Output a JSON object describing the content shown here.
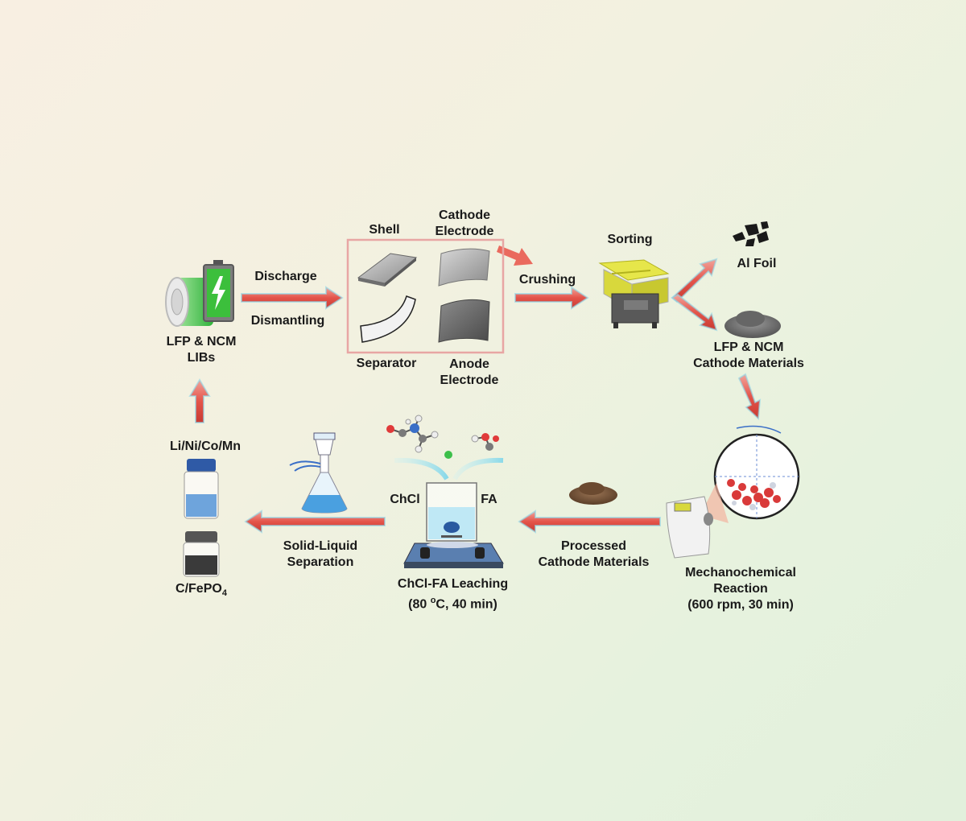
{
  "labels": {
    "lfp_ncm_libs": [
      "LFP & NCM",
      "LIBs"
    ],
    "discharge": "Discharge",
    "dismantling": "Dismantling",
    "shell": "Shell",
    "cathode_electrode": [
      "Cathode",
      "Electrode"
    ],
    "separator": "Separator",
    "anode_electrode": [
      "Anode",
      "Electrode"
    ],
    "crushing": "Crushing",
    "sorting": "Sorting",
    "al_foil": "Al Foil",
    "lfp_ncm_cathode": [
      "LFP & NCM",
      "Cathode Materials"
    ],
    "mechanochemical": [
      "Mechanochemical",
      "Reaction",
      "(600 rpm, 30 min)"
    ],
    "processed_cathode": [
      "Processed",
      "Cathode Materials"
    ],
    "chcl": "ChCl",
    "fa": "FA",
    "leaching": [
      "ChCl-FA Leaching",
      "(80 ",
      "o",
      "C, 40 min)"
    ],
    "solid_liquid": [
      "Solid-Liquid",
      "Separation"
    ],
    "li_ni_co_mn": "Li/Ni/Co/Mn",
    "c_fepo4": [
      "C/FePO",
      "4"
    ]
  },
  "colors": {
    "arrow": "#e4544a",
    "box_border": "#e8a6a4",
    "battery_green": "#3cbf3c",
    "sorter_yellow": "#e6e64a",
    "glow": "#8fd8ea",
    "liquid_blue": "#5a9be0"
  },
  "icons": [
    "battery-icon",
    "shell-icon",
    "cathode-electrode-icon",
    "separator-icon",
    "anode-electrode-icon",
    "crusher-icon",
    "al-foil-icon",
    "powder-icon",
    "ball-mill-icon",
    "beaker-stirrer-icon",
    "molecule-icon",
    "filter-flask-icon",
    "vial-icon"
  ]
}
